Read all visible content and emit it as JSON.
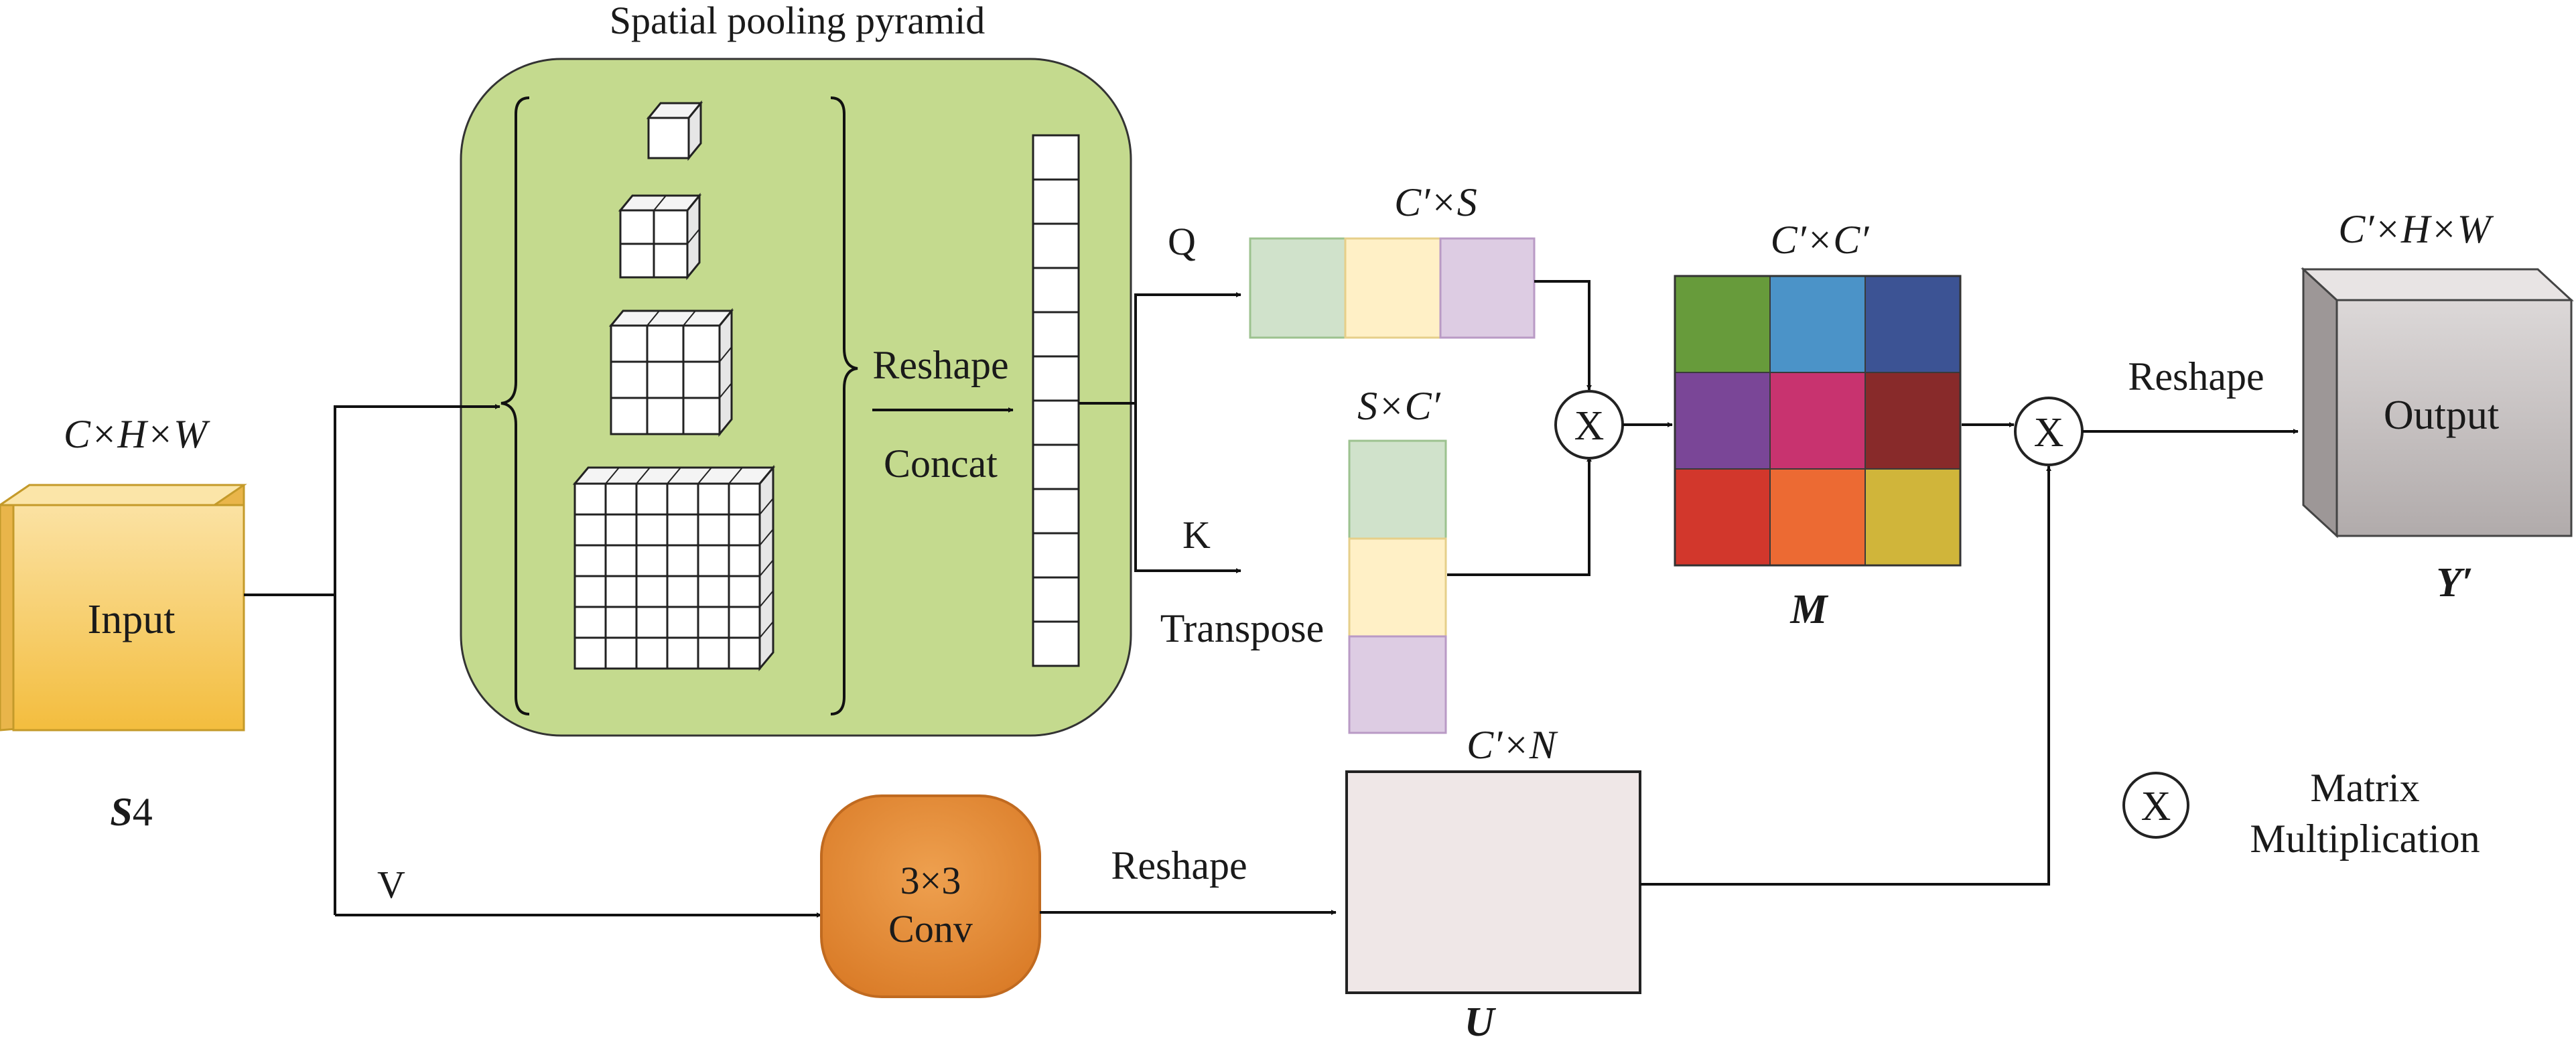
{
  "title": "Spatial pooling pyramid",
  "input": {
    "shape": "C×H×W",
    "label": "Input",
    "name_bold": "S",
    "name_rest": "4"
  },
  "pyramid": {
    "reshape": "Reshape",
    "concat": "Concat"
  },
  "branches": {
    "q": "Q",
    "k": "K",
    "transpose": "Transpose",
    "v": "V"
  },
  "query": {
    "shape": "C′×S"
  },
  "key": {
    "shape": "S×C′"
  },
  "matrix_m": {
    "shape": "C′×C′",
    "name": "M",
    "colors": [
      "#679b3b",
      "#4b93c8",
      "#3c5394",
      "#7a4697",
      "#c8336f",
      "#882a2a",
      "#d2372c",
      "#ec6a33",
      "#d0b53a"
    ]
  },
  "conv": {
    "line1": "3×3",
    "line2": "Conv",
    "reshape": "Reshape"
  },
  "matrix_u": {
    "shape": "C′×N",
    "name": "U"
  },
  "output": {
    "label": "Output",
    "shape": "C′×H×W",
    "name": "Y′",
    "reshape": "Reshape"
  },
  "legend": {
    "symbol": "X",
    "line1": "Matrix",
    "line2": "Multiplication"
  },
  "colors": {
    "pyramid_bg": "#c4da8e",
    "green": "#d0e2cb",
    "yellow": "#fff0c6",
    "purple": "#ddcce3",
    "input_front": "#f7cf6f",
    "conv": "#e28a36",
    "output_front": "#c4c0c0",
    "u_box": "#efe7e7"
  }
}
